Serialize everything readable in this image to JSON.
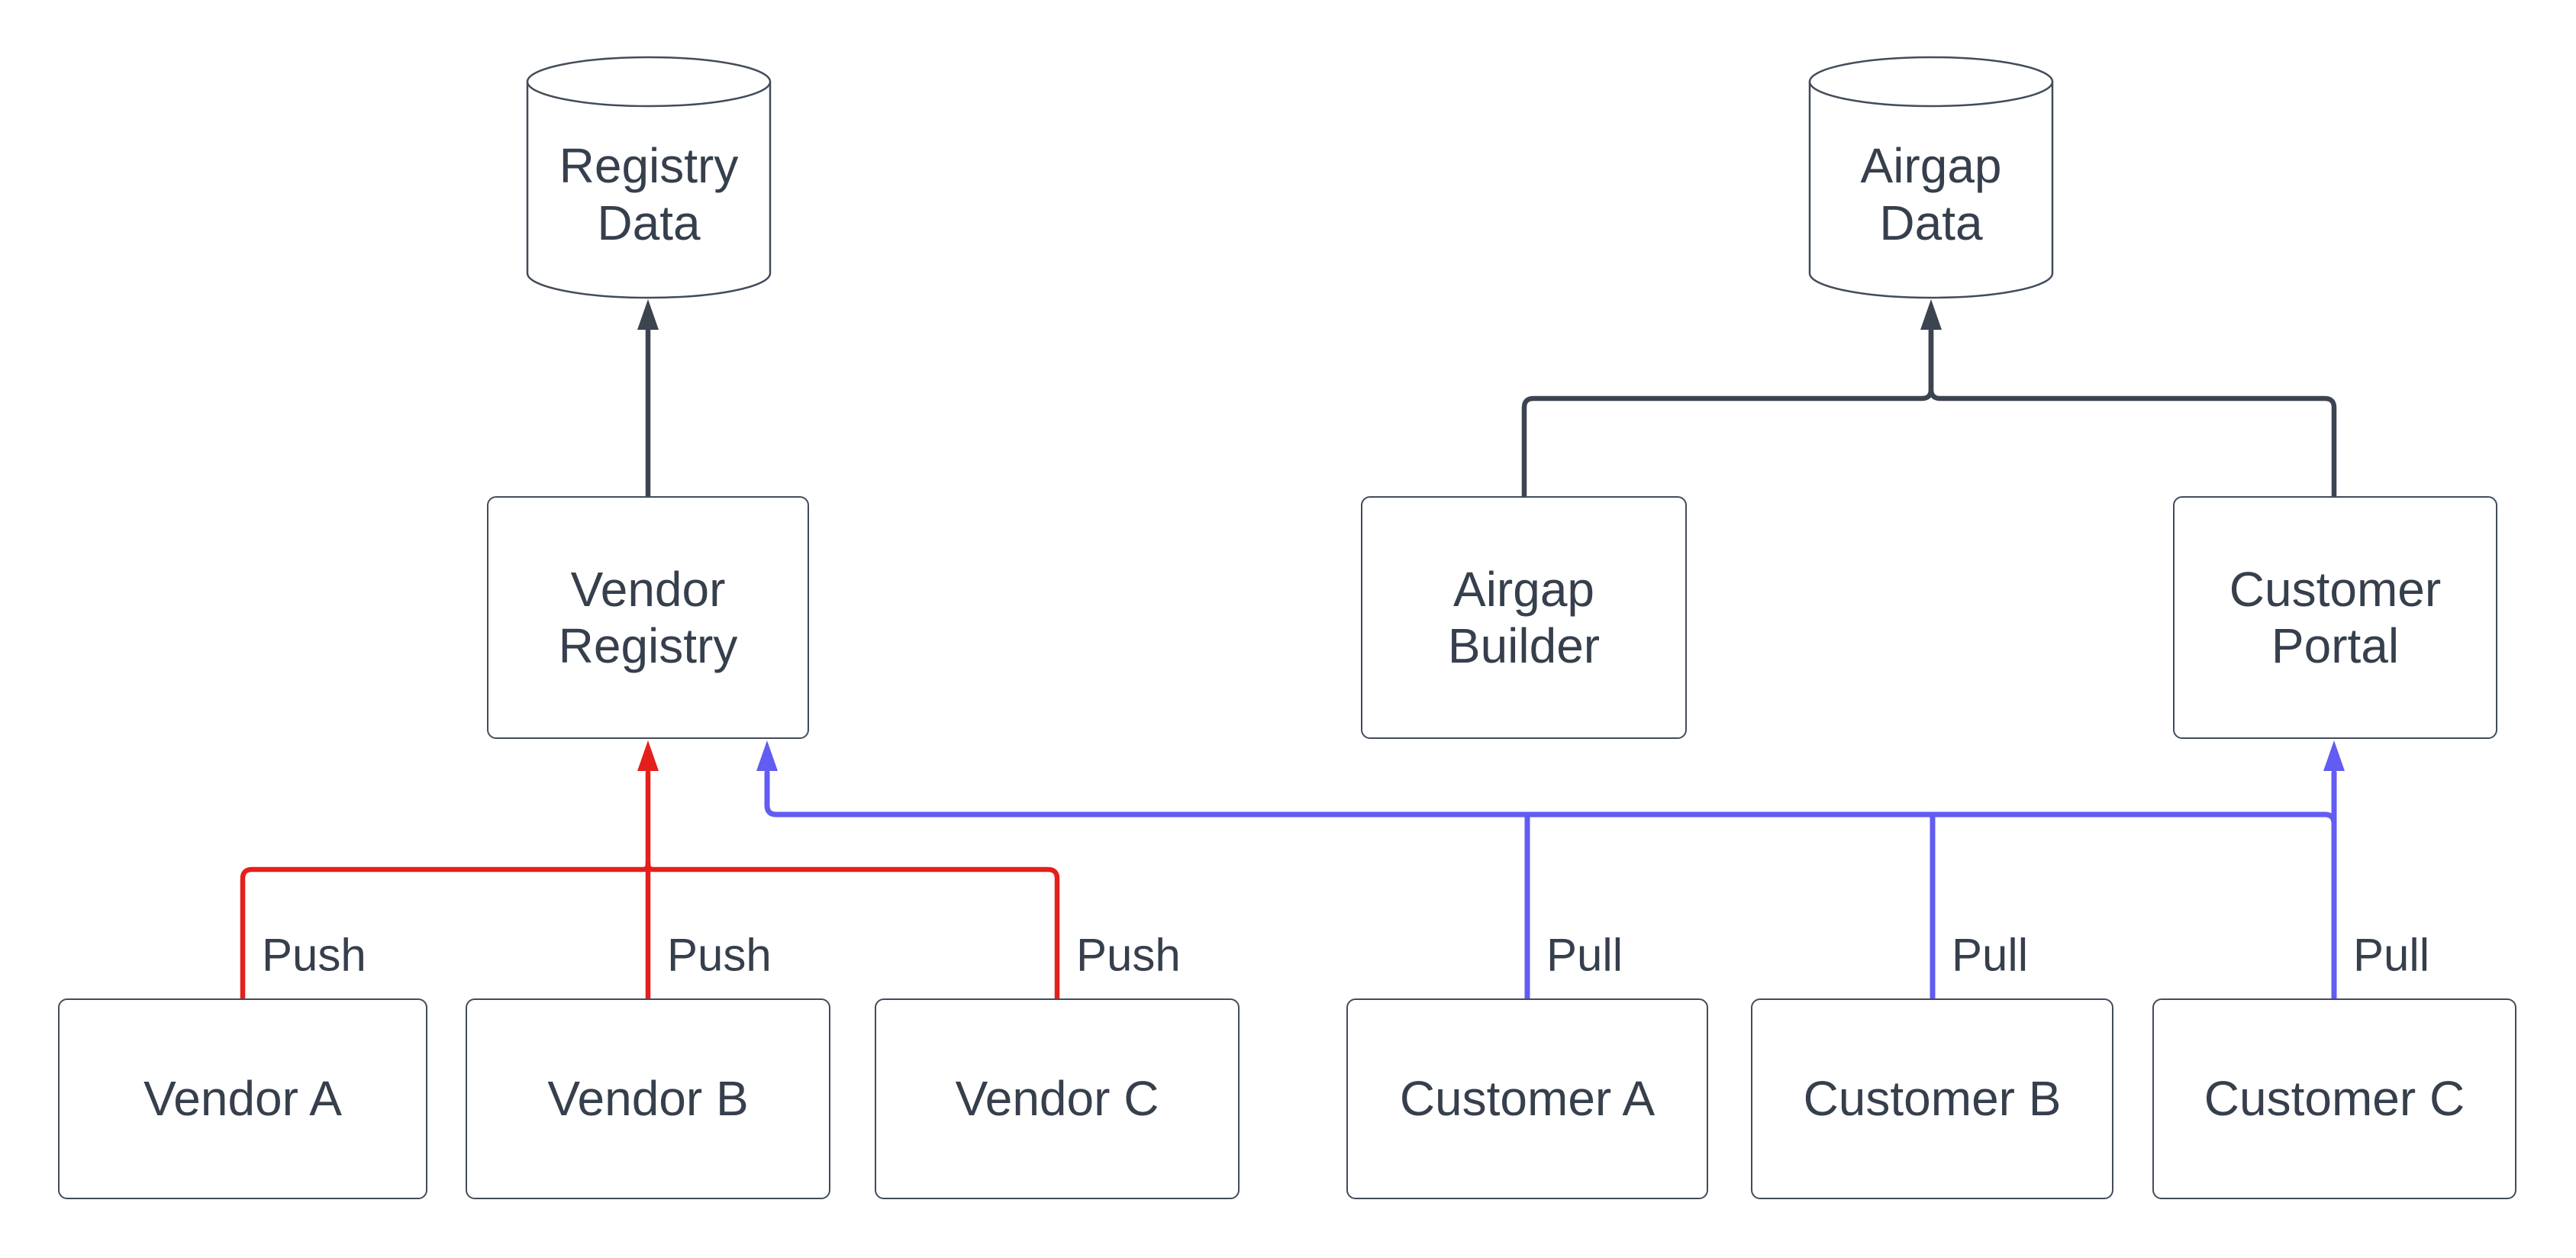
{
  "diagram": {
    "type": "flowchart",
    "nodes": {
      "registry_data": {
        "label": "Registry Data",
        "shape": "cylinder"
      },
      "airgap_data": {
        "label": "Airgap Data",
        "shape": "cylinder"
      },
      "vendor_registry": {
        "label": "Vendor Registry",
        "shape": "rect"
      },
      "airgap_builder": {
        "label": "Airgap Builder",
        "shape": "rect"
      },
      "customer_portal": {
        "label": "Customer Portal",
        "shape": "rect"
      },
      "vendor_a": {
        "label": "Vendor A",
        "shape": "rect"
      },
      "vendor_b": {
        "label": "Vendor B",
        "shape": "rect"
      },
      "vendor_c": {
        "label": "Vendor C",
        "shape": "rect"
      },
      "customer_a": {
        "label": "Customer A",
        "shape": "rect"
      },
      "customer_b": {
        "label": "Customer B",
        "shape": "rect"
      },
      "customer_c": {
        "label": "Customer C",
        "shape": "rect"
      }
    },
    "edge_labels": {
      "push_a": "Push",
      "push_b": "Push",
      "push_c": "Push",
      "pull_a": "Pull",
      "pull_b": "Pull",
      "pull_c": "Pull"
    },
    "edges": [
      {
        "from": "Vendor A",
        "to": "Vendor Registry",
        "label": "Push",
        "color": "push"
      },
      {
        "from": "Vendor B",
        "to": "Vendor Registry",
        "label": "Push",
        "color": "push"
      },
      {
        "from": "Vendor C",
        "to": "Vendor Registry",
        "label": "Push",
        "color": "push"
      },
      {
        "from": "Customer A",
        "to": "Vendor Registry",
        "label": "Pull",
        "color": "pull"
      },
      {
        "from": "Customer B",
        "to": "Vendor Registry",
        "label": "Pull",
        "color": "pull"
      },
      {
        "from": "Customer C",
        "to": "Vendor Registry",
        "label": "Pull",
        "color": "pull"
      },
      {
        "from": "Customer C",
        "to": "Customer Portal",
        "label": "Pull",
        "color": "pull"
      },
      {
        "from": "Vendor Registry",
        "to": "Registry Data",
        "label": "",
        "color": "flow"
      },
      {
        "from": "Airgap Builder",
        "to": "Airgap Data",
        "label": "",
        "color": "flow"
      },
      {
        "from": "Customer Portal",
        "to": "Airgap Data",
        "label": "",
        "color": "flow"
      }
    ],
    "colors": {
      "push": "#e3201b",
      "pull": "#625cf2",
      "flow": "#3c4450",
      "border": "#424c5a",
      "text": "#363f4c",
      "background": "#ffffff"
    }
  }
}
